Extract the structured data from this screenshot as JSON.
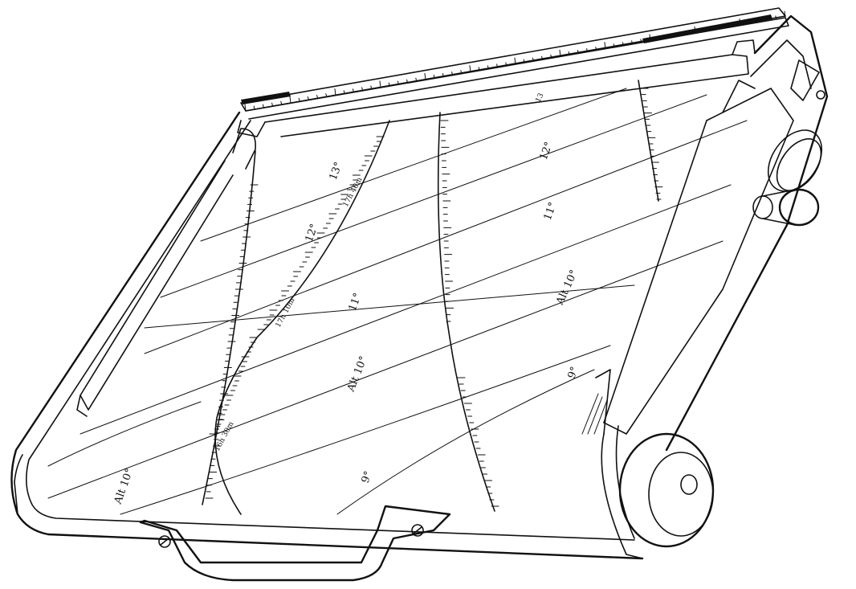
{
  "chart_labels": {
    "alt_left": "Alt 10°",
    "alt_mid": "Alt 10°",
    "alt_right": "Alt 10°",
    "deg_13": "13°",
    "deg_12_upper": "12°",
    "deg_12_right": "12°",
    "deg_11_mid": "11°",
    "deg_11_right": "11°",
    "deg_9_lower": "9°",
    "deg_9_right": "9°",
    "time_16h30m": "16h 30m",
    "time_17h10m": "17h 10m",
    "time_17h40m": "17h 40m",
    "top_right_13": "13"
  }
}
